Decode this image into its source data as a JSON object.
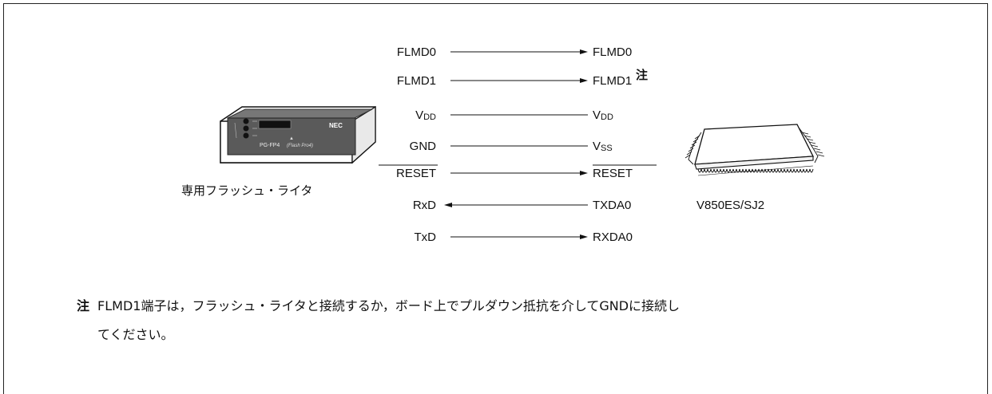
{
  "writer": {
    "brand": "NEC",
    "model": "PG-FP4",
    "model_sub": "(Flash Pro4)",
    "caption": "専用フラッシュ・ライタ"
  },
  "device": {
    "caption": "V850ES/SJ2"
  },
  "signals": [
    {
      "left": "FLMD0",
      "right": "FLMD0",
      "direction": "right"
    },
    {
      "left": "FLMD1",
      "right": "FLMD1",
      "right_sup": "注",
      "direction": "right"
    },
    {
      "left_main": "V",
      "left_sub": "DD",
      "right_main": "V",
      "right_sub": "DD",
      "direction": "none"
    },
    {
      "left": "GND",
      "right_main": "V",
      "right_sub": "SS",
      "direction": "none"
    },
    {
      "left": "RESET",
      "right": "RESET",
      "overline": true,
      "direction": "right"
    },
    {
      "left": "RxD",
      "right": "TXDA0",
      "direction": "left"
    },
    {
      "left": "TxD",
      "right": "RXDA0",
      "direction": "right"
    }
  ],
  "note": {
    "mark": "注",
    "line1": "FLMD1端子は，フラッシュ・ライタと接続するか，ボード上でプルダウン抵抗を介してGNDに接続し",
    "line2": "てください。"
  }
}
